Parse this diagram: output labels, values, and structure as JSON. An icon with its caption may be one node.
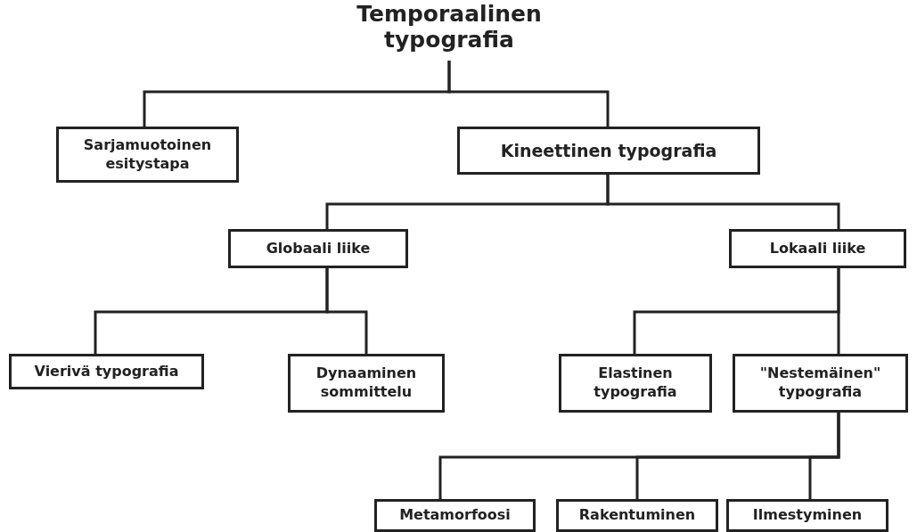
{
  "diagram": {
    "nodes": [
      {
        "text": [
          "Temporaalinen typografia"
        ]
      },
      {
        "text": [
          "Sarjamuotoinen esitystapa"
        ]
      },
      {
        "text": [
          "Kineettinen typografia"
        ]
      },
      {
        "text": [
          "Globaali liike"
        ]
      },
      {
        "text": [
          "Lokaali liike"
        ]
      },
      {
        "text": [
          "Vierivä typografia"
        ]
      },
      {
        "text": [
          "Dynaaminen sommittelu"
        ]
      },
      {
        "text": [
          "Elastinen typografia"
        ]
      },
      {
        "text": [
          "\"Nestemäinen\" typografia"
        ]
      },
      {
        "text": [
          "Metamorfoosi"
        ]
      },
      {
        "text": [
          "Rakentuminen"
        ]
      },
      {
        "text": [
          "Ilmestyminen"
        ]
      }
    ],
    "edges": [
      {
        "from": 0,
        "to": 1,
        "arrow": "none"
      },
      {
        "from": 0,
        "to": 2,
        "arrow": "none"
      },
      {
        "from": 2,
        "to": 3,
        "arrow": "none"
      },
      {
        "from": 2,
        "to": 4,
        "arrow": "none"
      },
      {
        "from": 3,
        "to": 5,
        "arrow": "none"
      },
      {
        "from": 3,
        "to": 6,
        "arrow": "none"
      },
      {
        "from": 4,
        "to": 7,
        "arrow": "none"
      },
      {
        "from": 4,
        "to": 8,
        "arrow": "none"
      },
      {
        "from": 8,
        "to": 9,
        "arrow": "none"
      },
      {
        "from": 8,
        "to": 10,
        "arrow": "none"
      },
      {
        "from": 8,
        "to": 11,
        "arrow": "none"
      }
    ]
  }
}
